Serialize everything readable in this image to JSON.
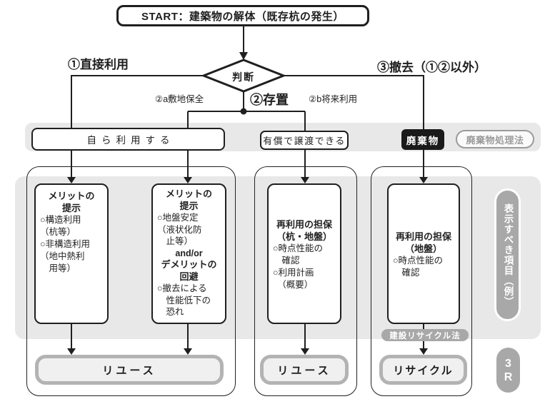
{
  "title": {
    "start": "START：建築物の解体（既存杭の発生）"
  },
  "decision": {
    "label": "判断"
  },
  "branches": {
    "b1": "①直接利用",
    "b2": "②存置",
    "b2a": "②a敷地保全",
    "b2b": "②b将来利用",
    "b3": "③撤去（①②以外）"
  },
  "band": {
    "self_use": "自ら利用する",
    "transfer": "有償で譲渡できる",
    "waste": "廃棄物",
    "waste_law": "廃棄物処理法"
  },
  "boxes": {
    "merit1": {
      "title": "メリットの\n提示",
      "body": "○構造利用\n（杭等）\n○非構造利用\n（地中熱利\n　用等）"
    },
    "merit2": {
      "title": "メリットの\n提示",
      "body1": "○地盤安定\n（液状化防\n　止等）",
      "andor": "and/or",
      "title2": "デメリットの\n回避",
      "body2": "○撤去による\n　性能低下の\n　恐れ"
    },
    "guarantee_pile": {
      "title": "再利用の担保\n（杭・地盤）",
      "body": "○時点性能の\n　確認\n○利用計画\n　（概要）"
    },
    "guarantee_ground": {
      "title": "再利用の担保\n（地盤）",
      "body": "○時点性能の\n　確認"
    }
  },
  "outcomes": {
    "reuse1": "リユース",
    "reuse2": "リユース",
    "recycle": "リサイクル"
  },
  "badges": {
    "recycle_law": "建設リサイクル法",
    "three_r": "3\nR",
    "display_items": "表示すべき項目（例）"
  },
  "colors": {
    "line_black": "#1f1f1f",
    "region_gray": "#e8e8e8",
    "pill_gray": "#a8a8a8",
    "muted_gray": "#9b9b9b",
    "outcome_border": "#b3b3b3",
    "outcome_fill": "#f0f0f0"
  }
}
